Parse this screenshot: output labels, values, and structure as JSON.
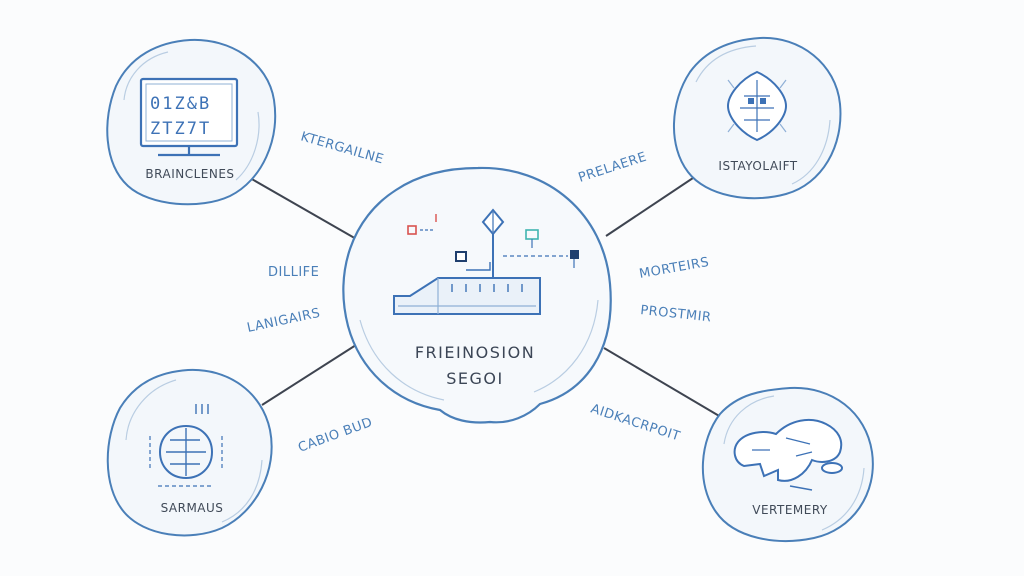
{
  "center": {
    "title_line1": "FRIEINOSION",
    "title_line2": "SEGOI"
  },
  "nodes": {
    "top_left": {
      "label": "BRAINCLENES",
      "code_row1": "01Z&B",
      "code_row2": "ZTZ7T"
    },
    "top_right": {
      "label": "ISTAYOLAIFT"
    },
    "bottom_left": {
      "label": "SARMAUS"
    },
    "bottom_right": {
      "label": "VERTEMERY"
    }
  },
  "edge_labels": {
    "upper_left": "KTERGAILNE",
    "mid_left_1": "DILLIFE",
    "mid_left_2": "LANIGAIRS",
    "lower_left": "CABIO BUD",
    "upper_right": "PRELAERE",
    "mid_right_1": "MORTEIRS",
    "mid_right_2": "PROSTMIR",
    "lower_right": "AIDKACRPOIT"
  },
  "colors": {
    "stroke_blue": "#4a7fb8",
    "line_gray": "#3e4450",
    "fill_light": "#f3f7fb",
    "accent_red": "#d9534f",
    "accent_teal": "#3fb5b0",
    "accent_dark": "#1f3f6e"
  }
}
